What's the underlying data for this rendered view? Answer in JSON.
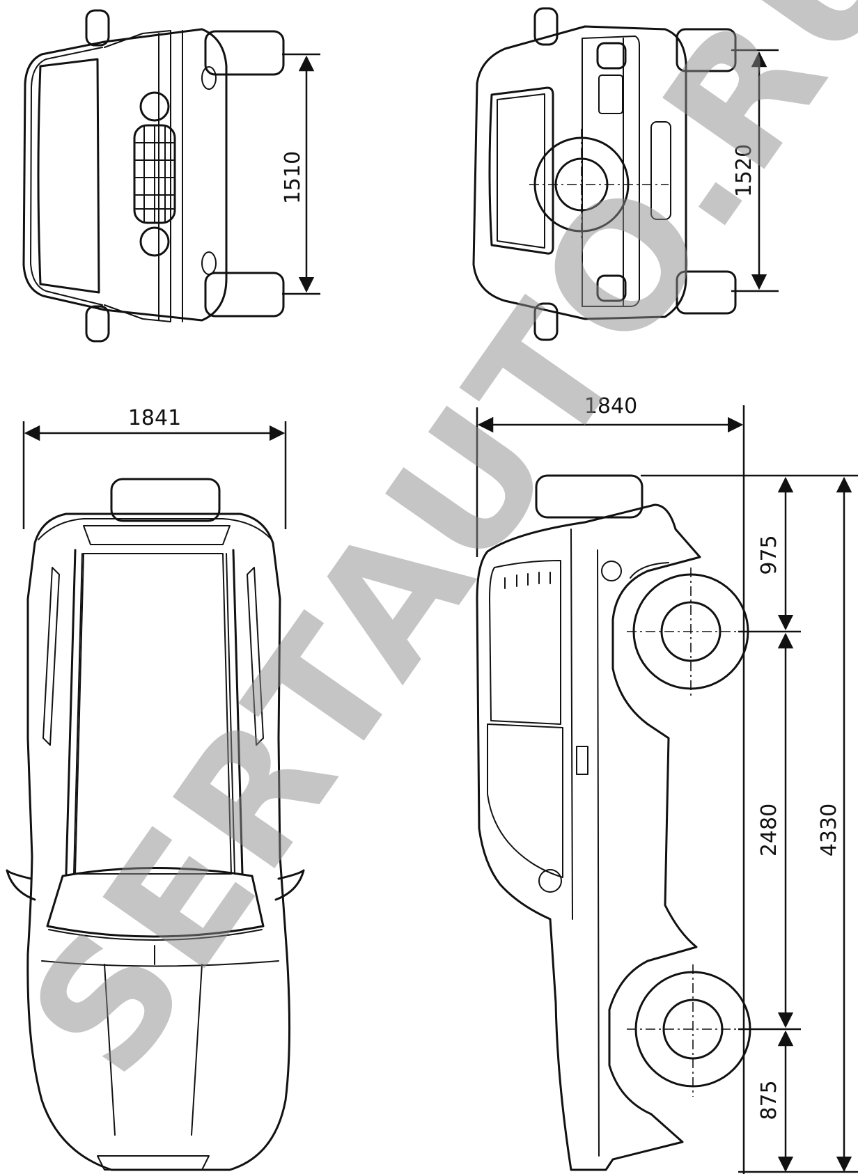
{
  "dimensions": {
    "front_track": "1510",
    "rear_track": "1520",
    "width_top": "1841",
    "width_side": "1840",
    "front_overhang": "975",
    "wheelbase": "2480",
    "rear_overhang": "875",
    "overall_length": "4330"
  },
  "watermark": "SERTAUTO.RU",
  "colors": {
    "ink": "#111111",
    "watermark": "#8c8c8c",
    "paper": "#ffffff"
  }
}
